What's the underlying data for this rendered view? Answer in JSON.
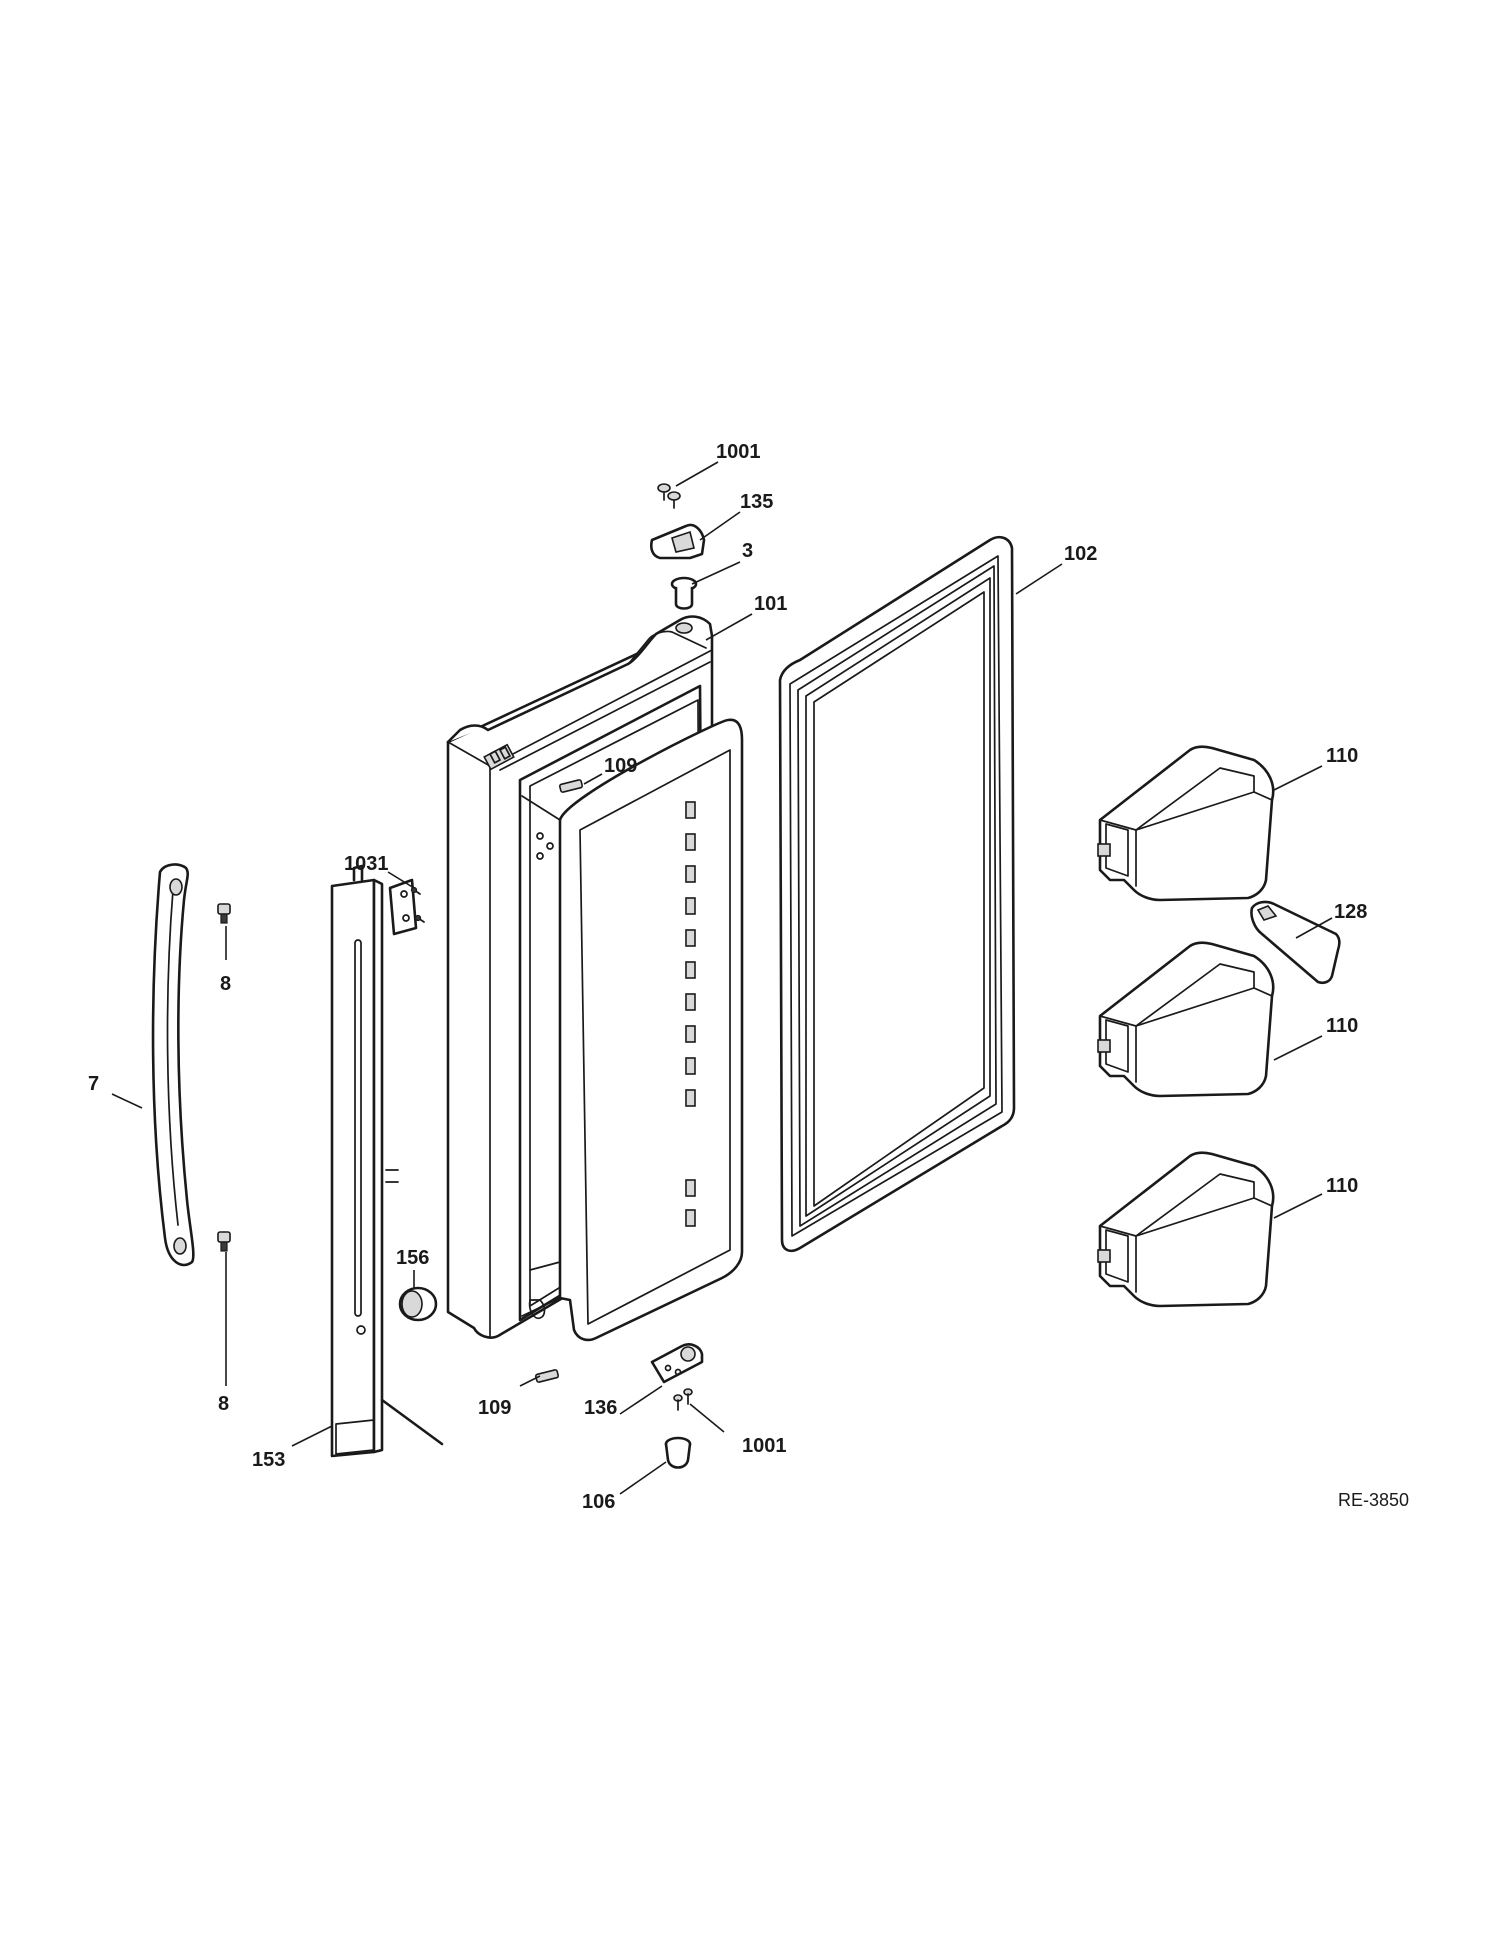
{
  "callouts": [
    {
      "id": "c-1001-top",
      "label": "1001"
    },
    {
      "id": "c-135",
      "label": "135"
    },
    {
      "id": "c-3",
      "label": "3"
    },
    {
      "id": "c-101",
      "label": "101"
    },
    {
      "id": "c-102",
      "label": "102"
    },
    {
      "id": "c-109-top",
      "label": "109"
    },
    {
      "id": "c-110-a",
      "label": "110"
    },
    {
      "id": "c-1031",
      "label": "1031"
    },
    {
      "id": "c-8-top",
      "label": "8"
    },
    {
      "id": "c-128",
      "label": "128"
    },
    {
      "id": "c-110-b",
      "label": "110"
    },
    {
      "id": "c-7",
      "label": "7"
    },
    {
      "id": "c-110-c",
      "label": "110"
    },
    {
      "id": "c-156",
      "label": "156"
    },
    {
      "id": "c-8-bottom",
      "label": "8"
    },
    {
      "id": "c-109-bottom",
      "label": "109"
    },
    {
      "id": "c-136",
      "label": "136"
    },
    {
      "id": "c-1001-bottom",
      "label": "1001"
    },
    {
      "id": "c-153",
      "label": "153"
    },
    {
      "id": "c-106",
      "label": "106"
    }
  ],
  "diagram_code": "RE-3850"
}
